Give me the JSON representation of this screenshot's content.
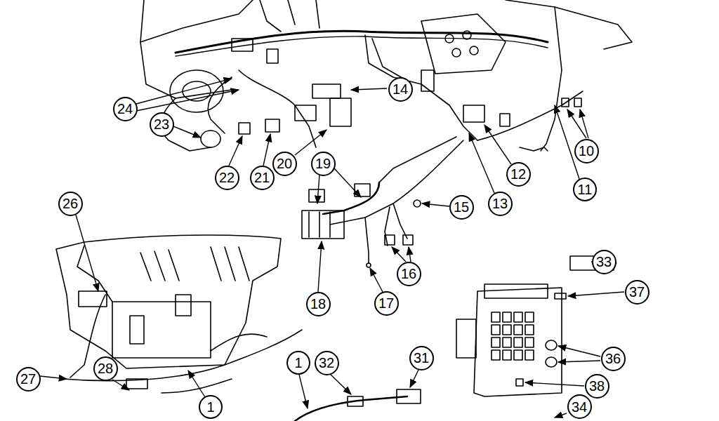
{
  "diagram": {
    "nodes": [
      {
        "text": [
          "14"
        ]
      },
      {
        "text": [
          "24"
        ]
      },
      {
        "text": [
          "23"
        ]
      },
      {
        "text": [
          "10"
        ]
      },
      {
        "text": [
          "20"
        ]
      },
      {
        "text": [
          "19"
        ]
      },
      {
        "text": [
          "22"
        ]
      },
      {
        "text": [
          "21"
        ]
      },
      {
        "text": [
          "12"
        ]
      },
      {
        "text": [
          "11"
        ]
      },
      {
        "text": [
          "13"
        ]
      },
      {
        "text": [
          "15"
        ]
      },
      {
        "text": [
          "26"
        ]
      },
      {
        "text": [
          "33"
        ]
      },
      {
        "text": [
          "16"
        ]
      },
      {
        "text": [
          "37"
        ]
      },
      {
        "text": [
          "18"
        ]
      },
      {
        "text": [
          "17"
        ]
      },
      {
        "text": [
          "36"
        ]
      },
      {
        "text": [
          "1"
        ]
      },
      {
        "text": [
          "32"
        ]
      },
      {
        "text": [
          "31"
        ]
      },
      {
        "text": [
          "28"
        ]
      },
      {
        "text": [
          "27"
        ]
      },
      {
        "text": [
          "38"
        ]
      },
      {
        "text": [
          "1"
        ]
      },
      {
        "text": [
          "34"
        ]
      }
    ]
  }
}
